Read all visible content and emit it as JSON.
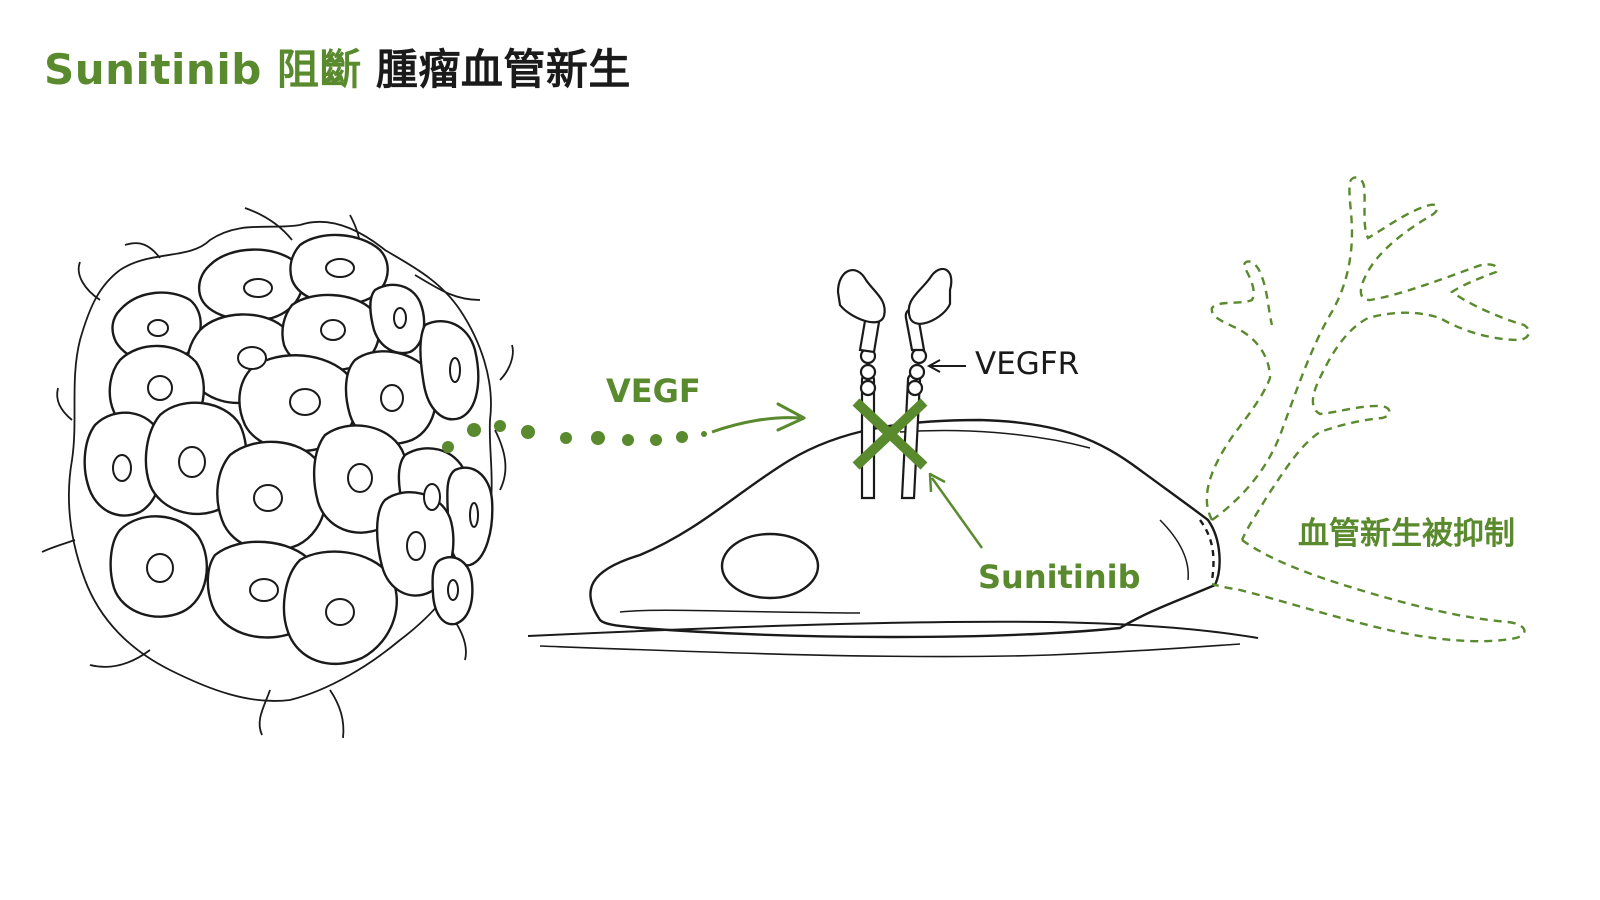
{
  "title": {
    "accent_text": "Sunitinib 阻斷",
    "rest_text": "腫瘤血管新生"
  },
  "labels": {
    "vegf": "VEGF",
    "vegfr": "VEGFR",
    "sunitinib": "Sunitinib",
    "inhibited": "血管新生被抑制"
  },
  "colors": {
    "accent": "#5a8a2e",
    "ink": "#1a1a1a",
    "background": "#ffffff"
  }
}
